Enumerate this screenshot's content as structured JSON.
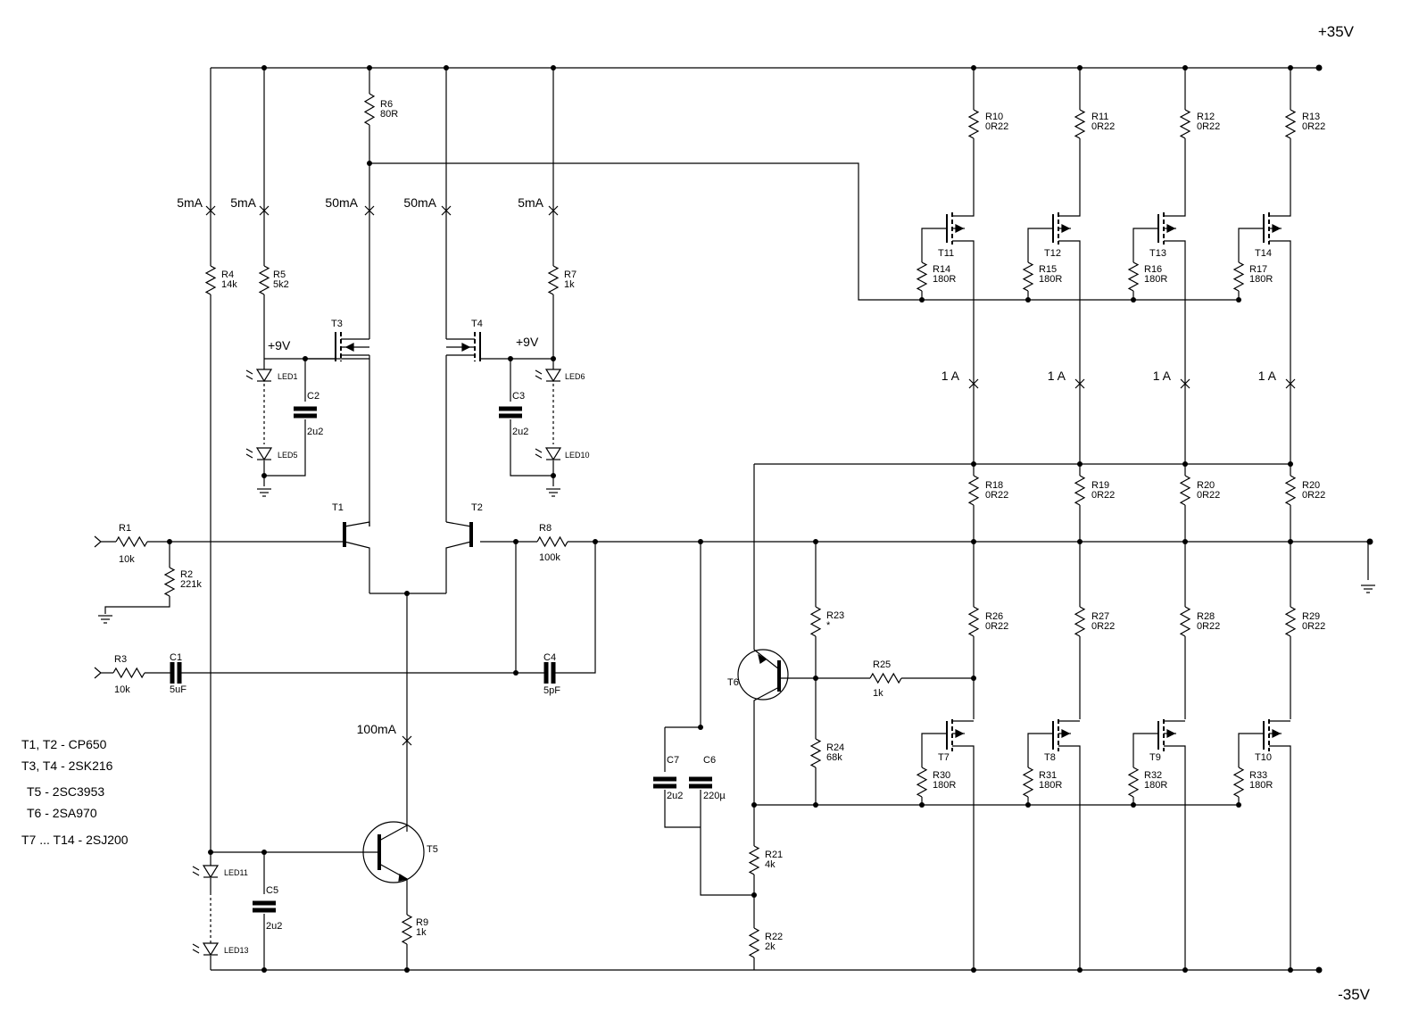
{
  "rails": {
    "positive": "+35V",
    "negative": "-35V"
  },
  "bias_voltage": "+9V",
  "parts_list": [
    "T1, T2 - CP650",
    "T3, T4 - 2SK216",
    "T5 - 2SC3953",
    "T6 - 2SA970",
    "T7 ... T14 - 2SJ200"
  ],
  "resistors": {
    "R1": "10k",
    "R2": "221k",
    "R3": "10k",
    "R4": "14k",
    "R5": "5k2",
    "R6": "80R",
    "R7": "1k",
    "R8": "100k",
    "R9": "1k",
    "R10": "0R22",
    "R11": "0R22",
    "R12": "0R22",
    "R13": "0R22",
    "R14": "180R",
    "R15": "180R",
    "R16": "180R",
    "R17": "180R",
    "R18": "0R22",
    "R19": "0R22",
    "R20": "0R22",
    "R20b": "0R22",
    "R21": "4k",
    "R22": "2k",
    "R23": "*",
    "R24": "68k",
    "R25": "1k",
    "R26": "0R22",
    "R27": "0R22",
    "R28": "0R22",
    "R29": "0R22",
    "R30": "180R",
    "R31": "180R",
    "R32": "180R",
    "R33": "180R"
  },
  "capacitors": {
    "C1": "5uF",
    "C2": "2u2",
    "C3": "2u2",
    "C4": "5pF",
    "C5": "2u2",
    "C6": "220µ",
    "C7": "2u2"
  },
  "currents": {
    "i5": "5mA",
    "i50": "50mA",
    "i100": "100mA",
    "i1": "1 A"
  },
  "leds": [
    "LED1",
    "LED5",
    "LED6",
    "LED10",
    "LED11",
    "LED13"
  ],
  "transistors": [
    "T1",
    "T2",
    "T3",
    "T4",
    "T5",
    "T6",
    "T7",
    "T8",
    "T9",
    "T10",
    "T11",
    "T12",
    "T13",
    "T14"
  ]
}
